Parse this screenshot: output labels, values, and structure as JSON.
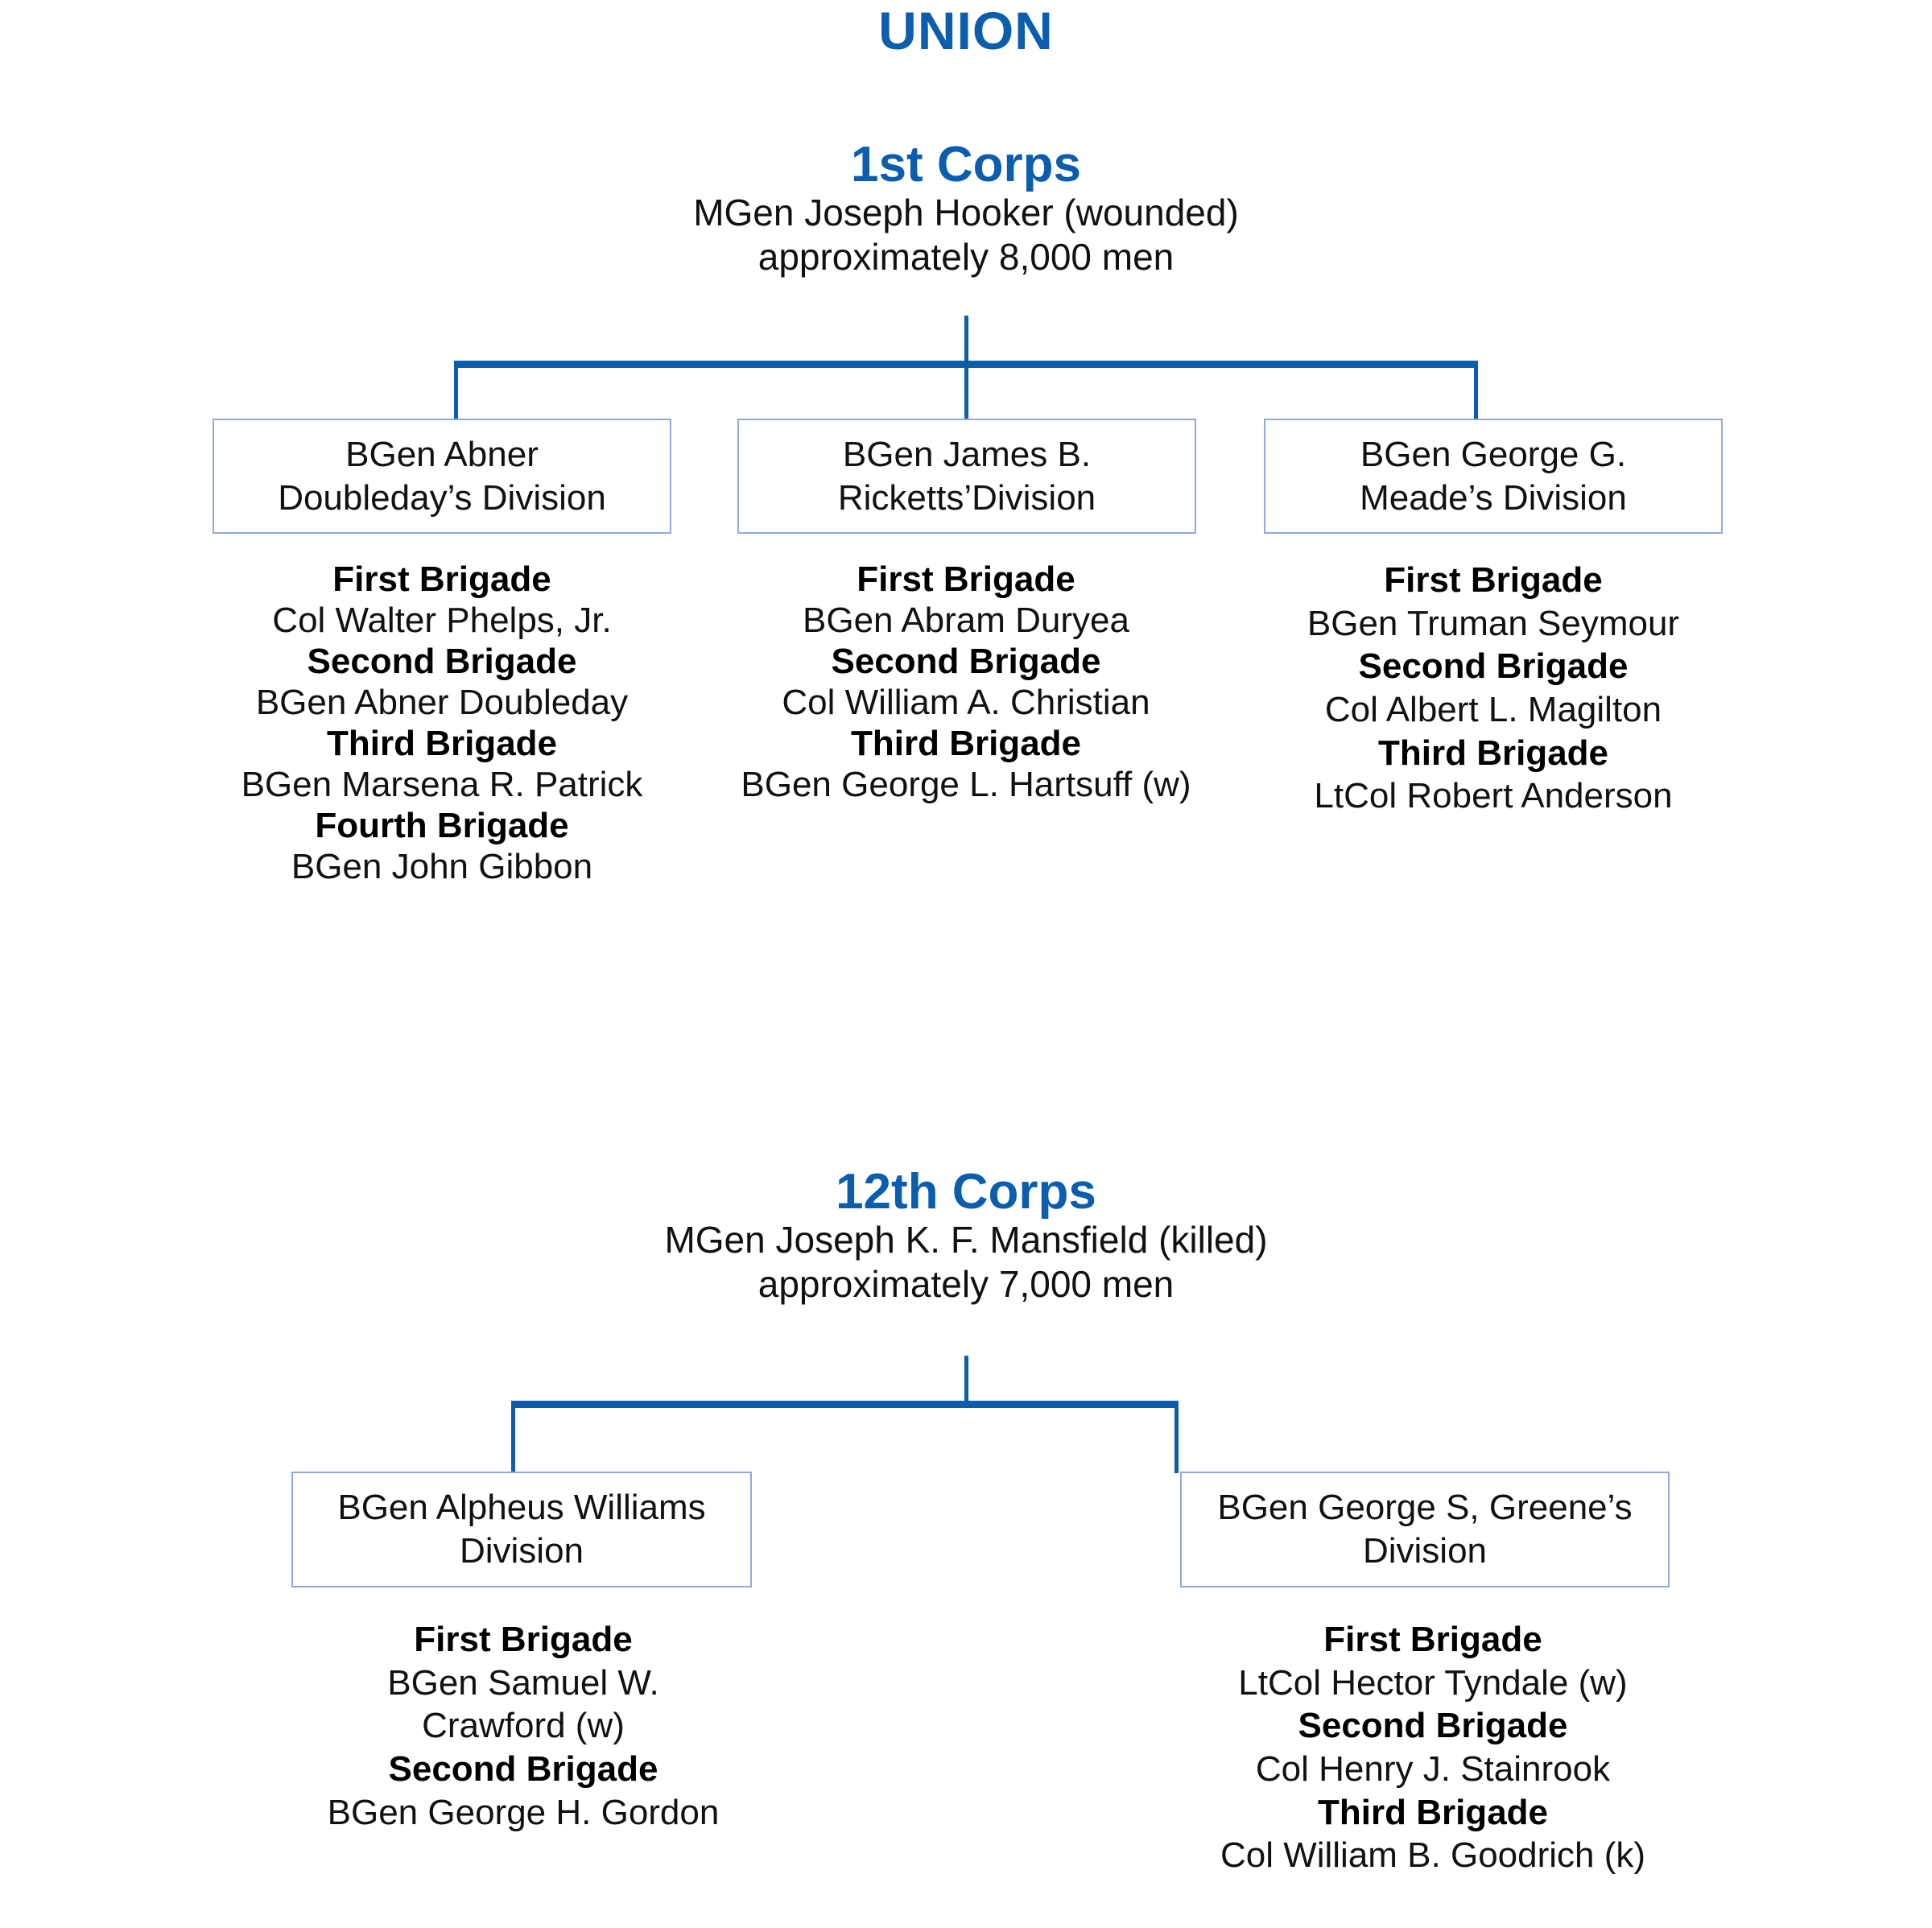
{
  "army": {
    "title": "UNION"
  },
  "accent_color": "#0B5DAD",
  "box_border_color": "#8FAADC",
  "corps": [
    {
      "title": "1st Corps",
      "commander": "MGen Joseph Hooker (wounded)",
      "strength": "approximately 8,000 men",
      "divisions": [
        {
          "box_line1": "BGen Abner",
          "box_line2": "Doubleday’s Division",
          "brigades": [
            {
              "name": "First Brigade",
              "commander": "Col Walter Phelps, Jr."
            },
            {
              "name": "Second Brigade",
              "commander": "BGen Abner Doubleday"
            },
            {
              "name": "Third Brigade",
              "commander": "BGen Marsena R. Patrick"
            },
            {
              "name": "Fourth Brigade",
              "commander": "BGen John Gibbon"
            }
          ]
        },
        {
          "box_line1": "BGen James B.",
          "box_line2": "Ricketts’Division",
          "brigades": [
            {
              "name": "First Brigade",
              "commander": "BGen Abram Duryea"
            },
            {
              "name": "Second Brigade",
              "commander": "Col William A. Christian"
            },
            {
              "name": "Third Brigade",
              "commander": "BGen George L. Hartsuff (w)"
            }
          ]
        },
        {
          "box_line1": "BGen George G.",
          "box_line2": "Meade’s Division",
          "brigades": [
            {
              "name": "First Brigade",
              "commander": "BGen Truman Seymour"
            },
            {
              "name": "Second Brigade",
              "commander": "Col Albert L. Magilton"
            },
            {
              "name": "Third Brigade",
              "commander": "LtCol Robert Anderson"
            }
          ]
        }
      ]
    },
    {
      "title": "12th Corps",
      "commander": "MGen Joseph K. F. Mansfield (killed)",
      "strength": "approximately 7,000 men",
      "divisions": [
        {
          "box_line1": "BGen Alpheus Williams",
          "box_line2": "Division",
          "brigades": [
            {
              "name": "First Brigade",
              "commander": "BGen Samuel W. Crawford (w)"
            },
            {
              "name": "Second Brigade",
              "commander": "BGen George H. Gordon"
            }
          ]
        },
        {
          "box_line1": "BGen George S, Greene’s",
          "box_line2": "Division",
          "brigades": [
            {
              "name": "First Brigade",
              "commander": "LtCol Hector Tyndale (w)"
            },
            {
              "name": "Second Brigade",
              "commander": "Col Henry J. Stainrook"
            },
            {
              "name": "Third Brigade",
              "commander": "Col William B. Goodrich (k)"
            }
          ]
        }
      ]
    }
  ]
}
